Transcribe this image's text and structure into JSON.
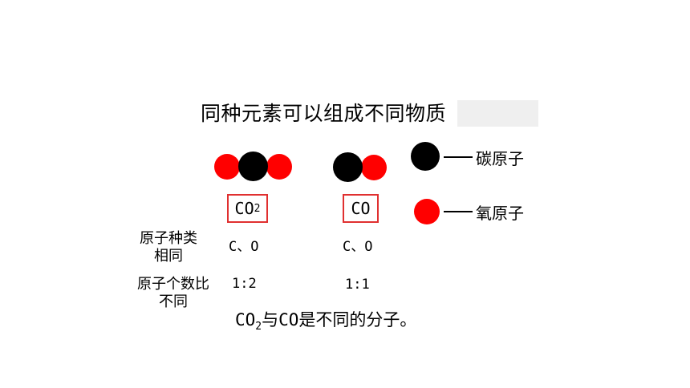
{
  "title": "同种元素可以组成不同物质",
  "molecules": [
    {
      "formula_main": "CO",
      "formula_sub": "2",
      "atoms": [
        "O",
        "C",
        "O"
      ]
    },
    {
      "formula_main": "CO",
      "formula_sub": "",
      "atoms": [
        "C",
        "O"
      ]
    }
  ],
  "legend": [
    {
      "atom": "C",
      "label": "碳原子",
      "color": "#000000"
    },
    {
      "atom": "O",
      "label": "氧原子",
      "color": "#ff0000"
    }
  ],
  "table": {
    "rows": [
      {
        "label_line1": "原子种类",
        "label_line2": "相同",
        "values": [
          "C、O",
          "C、O"
        ]
      },
      {
        "label_line1": "原子个数比",
        "label_line2": "不同",
        "values": [
          "1:2",
          "1:1"
        ]
      }
    ]
  },
  "conclusion": {
    "part1": "CO",
    "sub": "2",
    "part2": "与",
    "part3": "CO",
    "part4": "是不同的分子。"
  },
  "colors": {
    "carbon": "#000000",
    "oxygen": "#ff0000",
    "box_border": "#e03030"
  }
}
